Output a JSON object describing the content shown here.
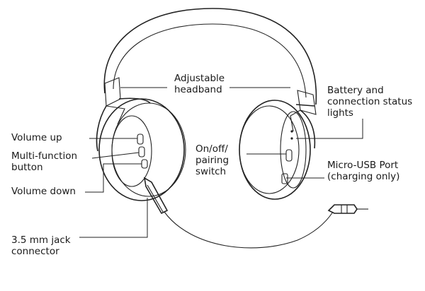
{
  "labels": {
    "adjustable_headband": [
      "Adjustable",
      "headband"
    ],
    "battery_lights": [
      "Battery and",
      "connection status",
      "lights"
    ],
    "volume_up": [
      "Volume up"
    ],
    "multi_function": [
      "Multi-function",
      "button"
    ],
    "volume_down": [
      "Volume down"
    ],
    "on_off_pairing": [
      "On/off/",
      "pairing",
      "switch"
    ],
    "micro_usb": [
      "Micro-USB Port",
      "(charging only)"
    ],
    "jack_connector": [
      "3.5 mm jack",
      "connector"
    ]
  }
}
